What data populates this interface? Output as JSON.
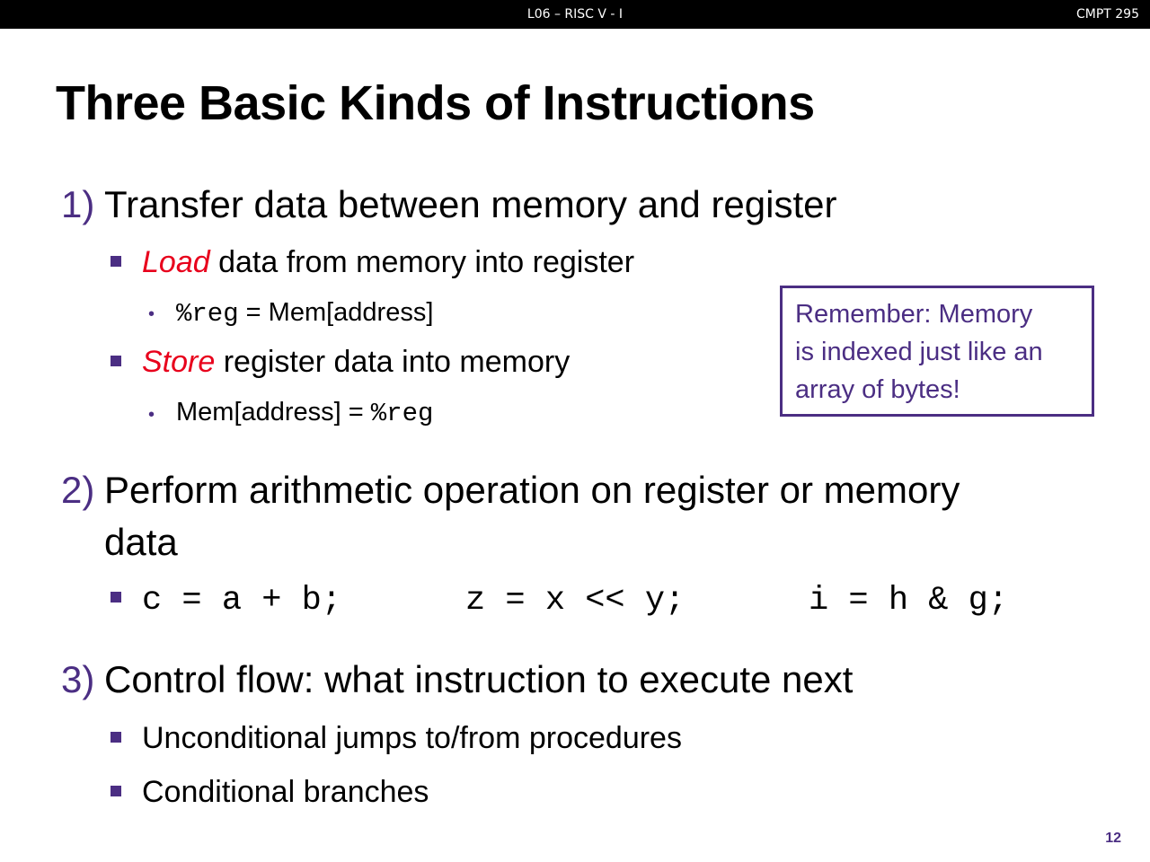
{
  "header": {
    "center": "L06 – RISC V - I",
    "right": "CMPT 295"
  },
  "title": "Three Basic Kinds of Instructions",
  "items": [
    {
      "number": "1)",
      "text": "Transfer data between memory and register",
      "subitems": [
        {
          "emph": "Load",
          "text": " data from memory into register",
          "detail": {
            "code": "%reg",
            "text": " = Mem[address]"
          }
        },
        {
          "emph": "Store",
          "text": " register data into memory",
          "detail": {
            "text": "Mem[address] = ",
            "code": "%reg"
          }
        }
      ]
    },
    {
      "number": "2)",
      "text_line1": "Perform arithmetic operation on register or memory",
      "text_line2": "data",
      "code": [
        "c = a + b;",
        "z = x << y;",
        "i = h & g;"
      ]
    },
    {
      "number": "3)",
      "text": "Control flow:  what instruction to execute next",
      "subitems": [
        "Unconditional jumps to/from procedures",
        "Conditional branches"
      ]
    }
  ],
  "callout": [
    "Remember:  Memory",
    "is indexed just like an",
    "array of bytes!"
  ],
  "page_number": "12",
  "colors": {
    "accent": "#4b2e83",
    "emphasis": "#e8001c",
    "header_bg": "#000000"
  }
}
